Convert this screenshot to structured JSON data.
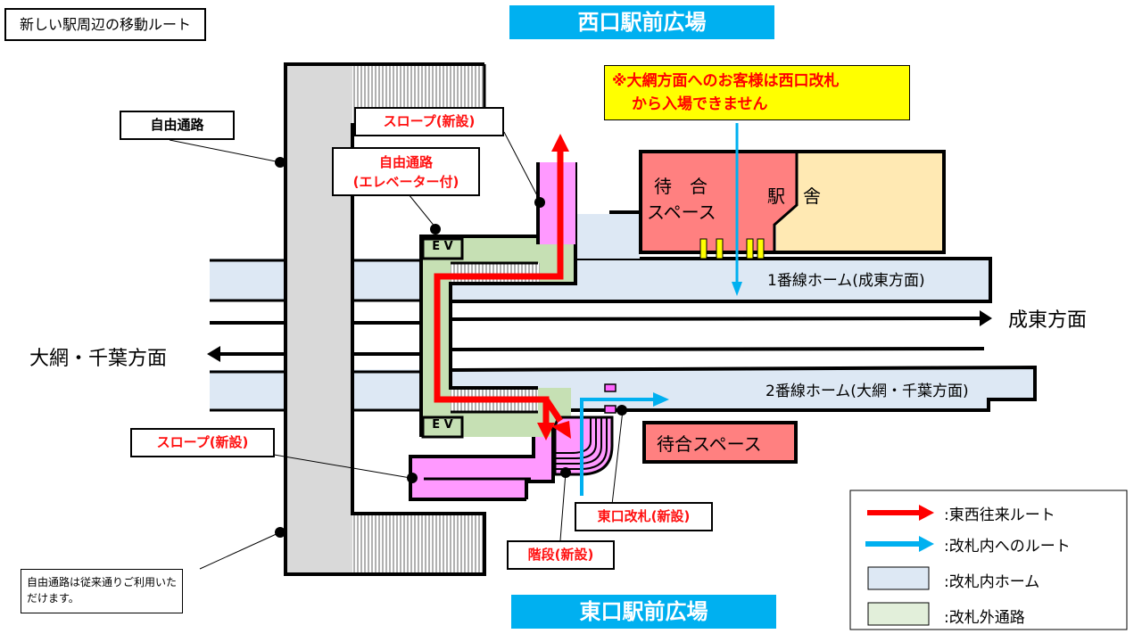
{
  "title": "新しい駅周辺の移動ルート",
  "banners": {
    "west_plaza": "西口駅前広場",
    "east_plaza": "東口駅前広場"
  },
  "notice": {
    "line1": "※大網方面へのお客様は西口改札",
    "line2": "から入場できません",
    "bg_color": "#ffff00",
    "text_color": "#ff0000"
  },
  "labels": {
    "free_passage": "自由通路",
    "slope_new_top": "スロープ(新設)",
    "free_passage_ev_line1": "自由通路",
    "free_passage_ev_line2": "(エレベーター付)",
    "slope_new_bottom": "スロープ(新設)",
    "stairs_new": "階段(新設)",
    "east_gate_new": "東口改札(新設)",
    "free_passage_note_line1": "自由通路は従来通りご利用いた",
    "free_passage_note_line2": "だけます。"
  },
  "station": {
    "waiting_space_line1": "待　合",
    "waiting_space_line2": "スペース",
    "building_left": "駅",
    "building_right": "舎",
    "ev": "E V",
    "platform1": "1番線ホーム(成東方面)",
    "platform2": "2番線ホーム(大網・千葉方面)",
    "east_waiting_space": "待合スペース"
  },
  "directions": {
    "east": "成東方面",
    "west": "大網・千葉方面"
  },
  "legend": {
    "items": [
      {
        "type": "arrow",
        "color": "#ff0000",
        "label": ":東西往来ルート"
      },
      {
        "type": "arrow",
        "color": "#00b0f0",
        "label": ":改札内へのルート"
      },
      {
        "type": "swatch",
        "color": "#dde8f4",
        "label": ":改札内ホーム"
      },
      {
        "type": "swatch",
        "color": "#e2efda",
        "label": ":改札外通路"
      }
    ]
  },
  "colors": {
    "platform": "#dde8f4",
    "outside_passage": "#c6e0b4",
    "slope": "#ff99ff",
    "waiting": "#ff8080",
    "building": "#ffe9b3",
    "free_passage": "#d9d9d9",
    "route_red": "#ff0000",
    "route_blue": "#00b0f0"
  }
}
